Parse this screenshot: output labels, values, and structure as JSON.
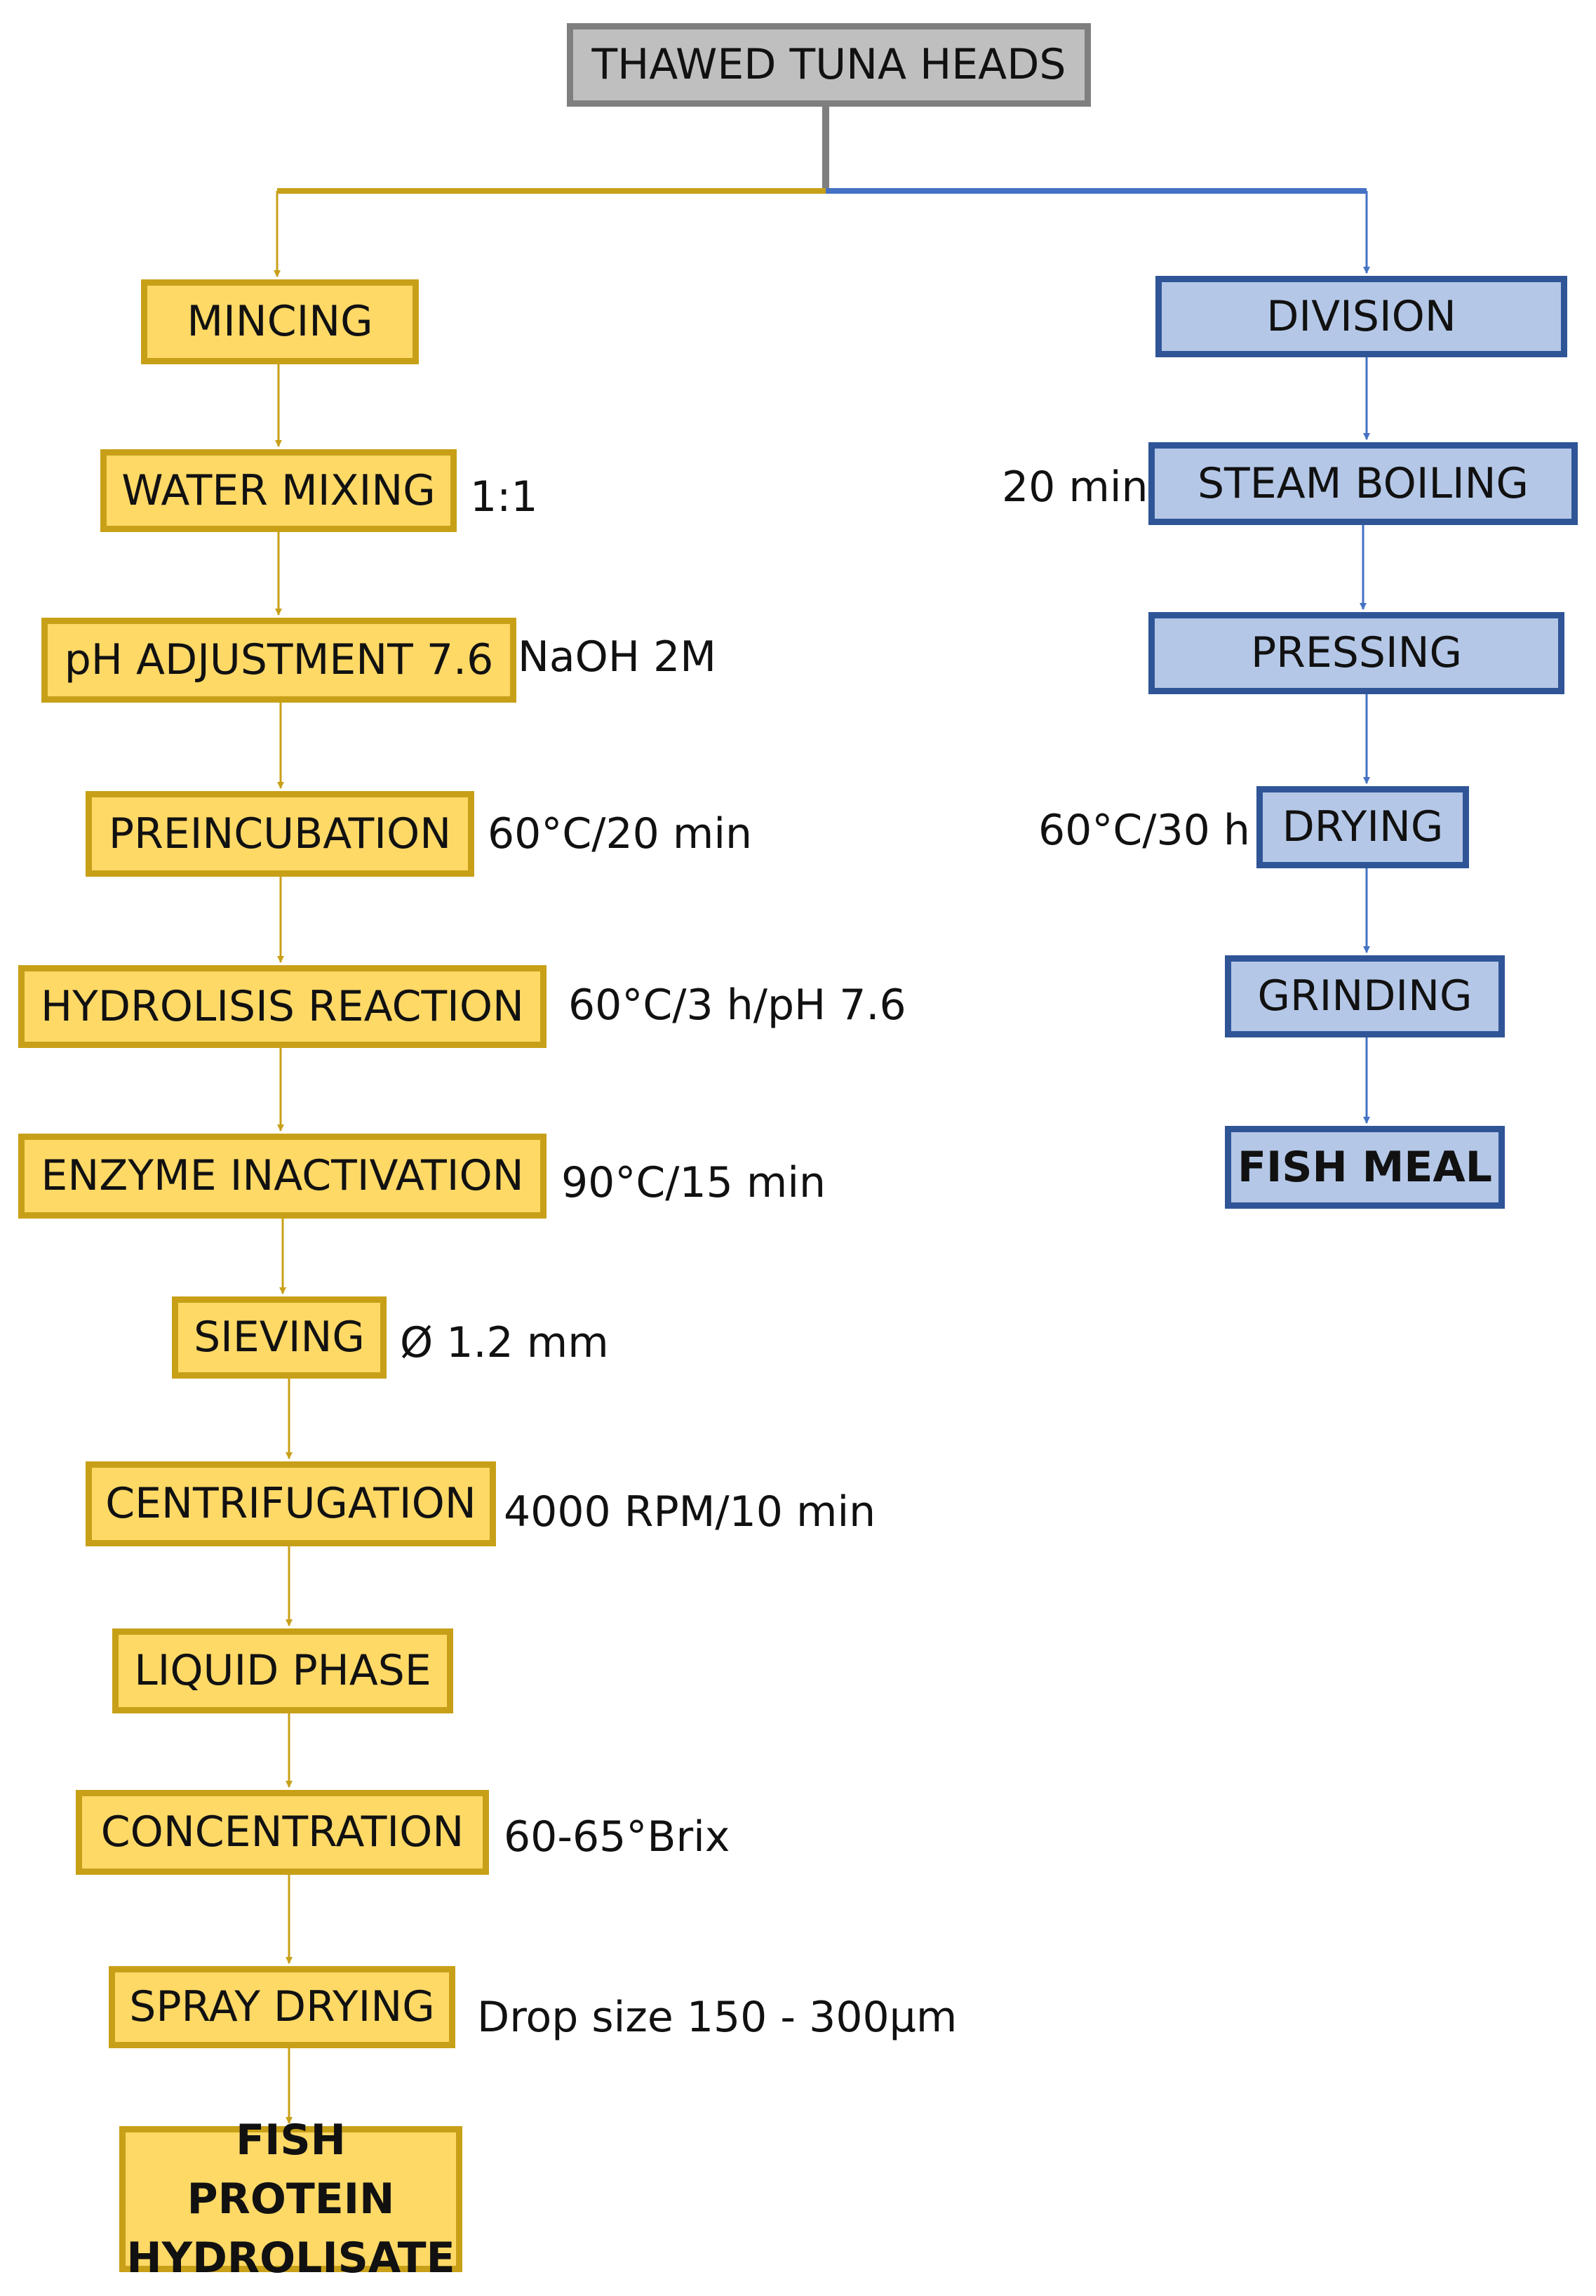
{
  "top": {
    "label": "THAWED TUNA HEADS"
  },
  "colors": {
    "gold_fill": "#ffd966",
    "gold_line": "#c8a018",
    "blue_fill": "#b4c7e7",
    "blue_line": "#2f5597",
    "blue_arrow": "#4472c4",
    "grey_fill": "#bfbfbf",
    "grey_line": "#7f7f7f"
  },
  "left_branch": {
    "steps": [
      {
        "label": "MINCING",
        "note": ""
      },
      {
        "label": "WATER MIXING",
        "note": "1:1"
      },
      {
        "label": "pH ADJUSTMENT 7.6",
        "note": "NaOH 2M"
      },
      {
        "label": "PREINCUBATION",
        "note": "60°C/20 min"
      },
      {
        "label": "HYDROLISIS REACTION",
        "note": "60°C/3 h/pH 7.6"
      },
      {
        "label": "ENZYME INACTIVATION",
        "note": "90°C/15 min"
      },
      {
        "label": "SIEVING",
        "note": "Ø 1.2 mm"
      },
      {
        "label": "CENTRIFUGATION",
        "note": "4000 RPM/10 min"
      },
      {
        "label": "LIQUID PHASE",
        "note": ""
      },
      {
        "label": "CONCENTRATION",
        "note": "60-65°Brix"
      },
      {
        "label": "SPRAY DRYING",
        "note": "Drop size 150  - 300µm"
      }
    ],
    "final": {
      "line1": "FISH PROTEIN",
      "line2": "HYDROLISATE"
    }
  },
  "right_branch": {
    "steps": [
      {
        "label": "DIVISION",
        "note": ""
      },
      {
        "label": "STEAM BOILING",
        "note": "20 min"
      },
      {
        "label": "PRESSING",
        "note": ""
      },
      {
        "label": "DRYING",
        "note": "60°C/30 h"
      },
      {
        "label": "GRINDING",
        "note": ""
      }
    ],
    "final": {
      "label": "FISH MEAL"
    }
  }
}
